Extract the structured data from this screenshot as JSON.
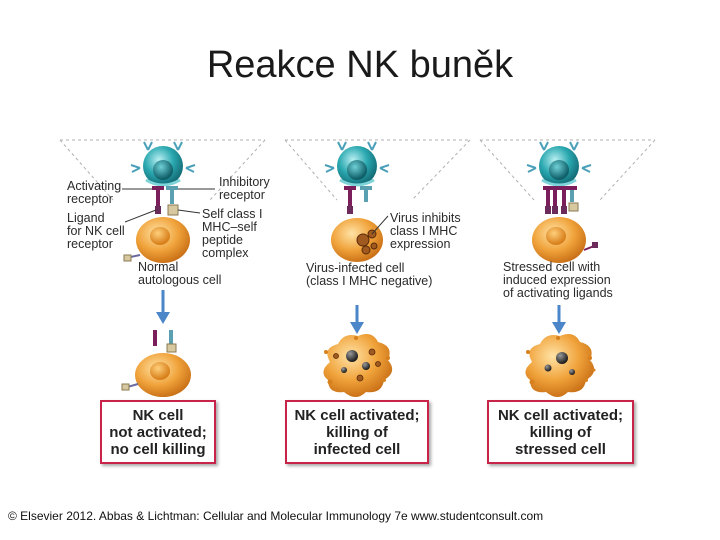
{
  "title": "Reakce NK buněk",
  "panels": [
    {
      "labels": {
        "activating": [
          "Activating",
          "receptor"
        ],
        "inhibitory": [
          "Inhibitory",
          "receptor"
        ],
        "ligand": [
          "Ligand",
          "for NK cell",
          "receptor"
        ],
        "self_mhc": [
          "Self class I",
          "MHC–self",
          "peptide",
          "complex"
        ],
        "cell": [
          "Normal",
          "autologous cell"
        ]
      },
      "outcome": [
        "NK cell",
        "not activated;",
        "no cell killing"
      ]
    },
    {
      "labels": {
        "virus": [
          "Virus inhibits",
          "class I MHC",
          "expression"
        ],
        "cell": [
          "Virus-infected cell",
          "(class I MHC negative)"
        ]
      },
      "outcome": [
        "NK cell activated;",
        "killing of",
        "infected cell"
      ]
    },
    {
      "labels": {
        "cell": [
          "Stressed cell with",
          "induced expression",
          "of activating ligands"
        ]
      },
      "outcome": [
        "NK cell activated;",
        "killing of",
        "stressed cell"
      ]
    }
  ],
  "footer": "© Elsevier 2012. Abbas & Lichtman: Cellular and Molecular Immunology 7e www.studentconsult.com",
  "colors": {
    "nk_cell": "#2aa8b0",
    "target_cell": "#f0a23a",
    "activating_receptor": "#7a1f5c",
    "inhibitory_receptor": "#5aa0b0",
    "mhc": "#d8c8a0",
    "arrow": "#4a86c8",
    "outcome_border": "#c8244a"
  }
}
